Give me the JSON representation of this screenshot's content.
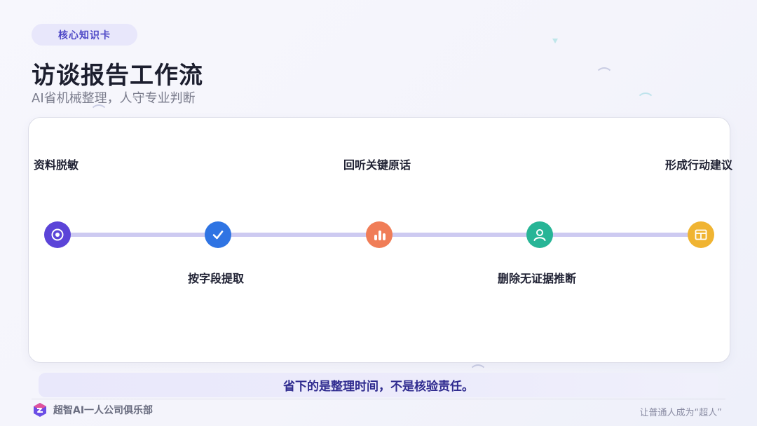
{
  "header": {
    "badge": "核心知识卡",
    "title": "访谈报告工作流",
    "subtitle": "AI省机械整理，人守专业判断"
  },
  "workflow": {
    "steps": [
      {
        "label": "资料脱敏",
        "icon": "target-icon",
        "color": "#5b44d8"
      },
      {
        "label": "按字段提取",
        "icon": "check-icon",
        "color": "#2f74e3"
      },
      {
        "label": "回听关键原话",
        "icon": "bar-chart-icon",
        "color": "#f07d57"
      },
      {
        "label": "删除无证据推断",
        "icon": "person-icon",
        "color": "#27b596"
      },
      {
        "label": "形成行动建议",
        "icon": "table-icon",
        "color": "#f0b432"
      }
    ],
    "track_color": "#cdcaf1"
  },
  "banner": {
    "text": "省下的是整理时间，不是核验责任。"
  },
  "footer": {
    "brand": "超智AI一人公司俱乐部",
    "slogan": "让普通人成为“超人”"
  }
}
